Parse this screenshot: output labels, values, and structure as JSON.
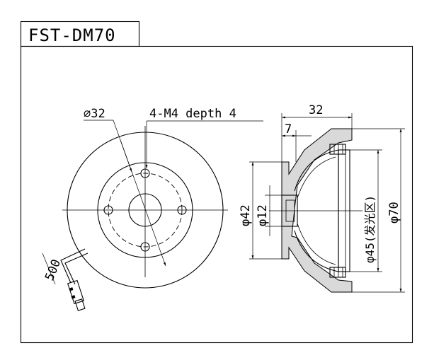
{
  "title": "FST-DM70",
  "front_view": {
    "dim_hole_circle": "⌀32",
    "dim_mount_holes": "4-M4 depth 4",
    "dim_cable_length": "500"
  },
  "side_view": {
    "dim_depth": "32",
    "dim_flange": "7",
    "dim_d42": "φ42",
    "dim_d12": "φ12",
    "dim_d45": "φ45(发光区)",
    "dim_d70": "φ70"
  }
}
